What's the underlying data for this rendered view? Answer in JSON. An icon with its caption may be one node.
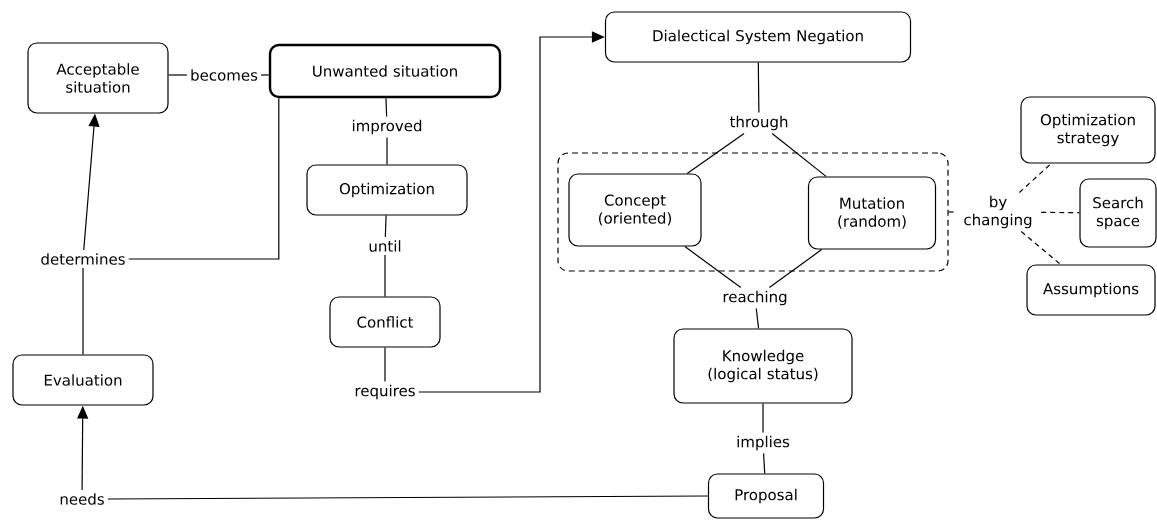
{
  "diagram": {
    "nodes": [
      {
        "text": [
          "Acceptable situation"
        ]
      },
      {
        "text": [
          "becomes"
        ]
      },
      {
        "text": [
          "Unwanted situation"
        ]
      },
      {
        "text": [
          "improved"
        ]
      },
      {
        "text": [
          "Optimization"
        ]
      },
      {
        "text": [
          "until"
        ]
      },
      {
        "text": [
          "Conflict"
        ]
      },
      {
        "text": [
          "requires"
        ]
      },
      {
        "text": [
          "Evaluation"
        ]
      },
      {
        "text": [
          "determines"
        ]
      },
      {
        "text": [
          "needs"
        ]
      },
      {
        "text": [
          "Dialectical System Negation"
        ]
      },
      {
        "text": [
          "through"
        ]
      },
      {
        "text": [],
        "shape": "box"
      },
      {
        "text": [
          "Concept (oriented)"
        ],
        "in": 13
      },
      {
        "text": [
          "Mutation (random)"
        ],
        "in": 13
      },
      {
        "text": [
          "reaching"
        ]
      },
      {
        "text": [
          "Knowledge (logical status)"
        ]
      },
      {
        "text": [
          "implies"
        ]
      },
      {
        "text": [
          "Proposal"
        ]
      },
      {
        "text": [
          "by changing"
        ]
      },
      {
        "text": [
          "Optimization strategy"
        ]
      },
      {
        "text": [
          "Search space"
        ]
      },
      {
        "text": [
          "Assumptions"
        ]
      }
    ],
    "edges": [
      {
        "from": 2,
        "to": 1,
        "arrow": "none"
      },
      {
        "from": 1,
        "to": 0,
        "arrow": "none"
      },
      {
        "from": 2,
        "to": 3,
        "arrow": "none"
      },
      {
        "from": 3,
        "to": 4,
        "arrow": "none"
      },
      {
        "from": 4,
        "to": 5,
        "arrow": "none"
      },
      {
        "from": 5,
        "to": 6,
        "arrow": "none"
      },
      {
        "from": 6,
        "to": 7,
        "arrow": "none"
      },
      {
        "from": 7,
        "to": 11,
        "arrow": "to"
      },
      {
        "from": 2,
        "to": 9,
        "arrow": "none"
      },
      {
        "from": 9,
        "to": 0,
        "arrow": "to"
      },
      {
        "from": 8,
        "to": 9,
        "arrow": "none"
      },
      {
        "from": 10,
        "to": 8,
        "arrow": "to"
      },
      {
        "from": 19,
        "to": 10,
        "arrow": "none"
      },
      {
        "from": 11,
        "to": 12,
        "arrow": "none"
      },
      {
        "from": 12,
        "to": 14,
        "arrow": "none"
      },
      {
        "from": 12,
        "to": 15,
        "arrow": "none"
      },
      {
        "from": 14,
        "to": 16,
        "arrow": "none"
      },
      {
        "from": 15,
        "to": 16,
        "arrow": "none"
      },
      {
        "from": 16,
        "to": 17,
        "arrow": "none"
      },
      {
        "from": 17,
        "to": 18,
        "arrow": "none"
      },
      {
        "from": 18,
        "to": 19,
        "arrow": "none"
      },
      {
        "from": 13,
        "to": 20,
        "arrow": "none",
        "style": "dashed"
      },
      {
        "from": 20,
        "to": 21,
        "arrow": "none",
        "style": "dashed"
      },
      {
        "from": 20,
        "to": 22,
        "arrow": "none",
        "style": "dashed"
      },
      {
        "from": 20,
        "to": 23,
        "arrow": "none",
        "style": "dashed"
      }
    ]
  }
}
